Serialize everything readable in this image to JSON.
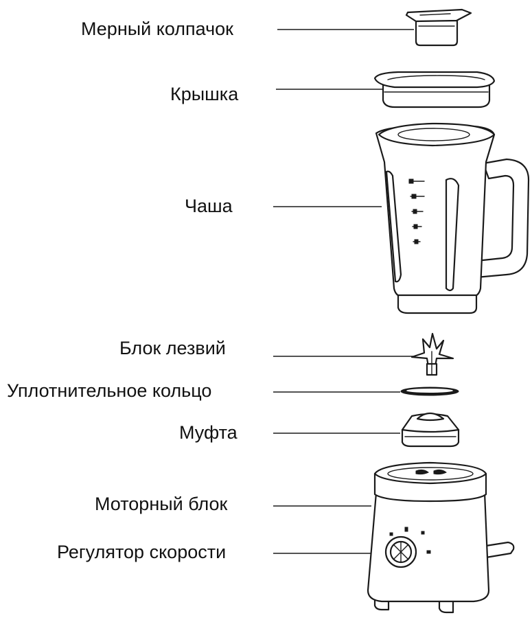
{
  "labels": {
    "measuring_cap": "Мерный колпачок",
    "lid": "Крышка",
    "jug": "Чаша",
    "blade_unit": "Блок лезвий",
    "sealing_ring": "Уплотнительное кольцо",
    "coupling": "Муфта",
    "motor_base": "Моторный блок",
    "speed_control": "Регулятор скорости"
  }
}
